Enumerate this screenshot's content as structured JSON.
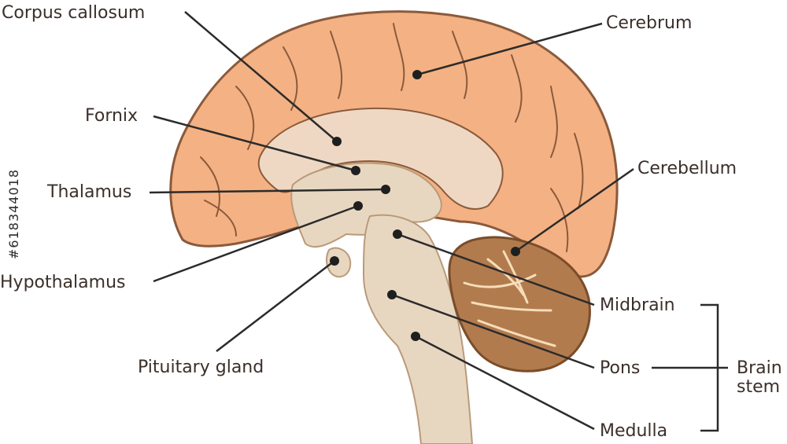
{
  "colors": {
    "cortex": "#f4b183",
    "cortex_outline": "#8a5a3c",
    "sulci": "#8a5a3c",
    "inner": "#efd8c3",
    "brainstem": "#e8d7c0",
    "cerebellum": "#b27b4e",
    "cerebellum_white": "#f6ddb8",
    "leader": "#2b2b2b",
    "text": "#3b2f2a"
  },
  "labels": {
    "corpus_callosum": "Corpus callosum",
    "cerebrum": "Cerebrum",
    "fornix": "Fornix",
    "thalamus": "Thalamus",
    "cerebellum": "Cerebellum",
    "hypothalamus": "Hypothalamus",
    "midbrain": "Midbrain",
    "pons": "Pons",
    "pituitary": "Pituitary gland",
    "medulla": "Medulla",
    "brain_stem_1": "Brain",
    "brain_stem_2": "stem"
  },
  "watermark": "#618344018"
}
